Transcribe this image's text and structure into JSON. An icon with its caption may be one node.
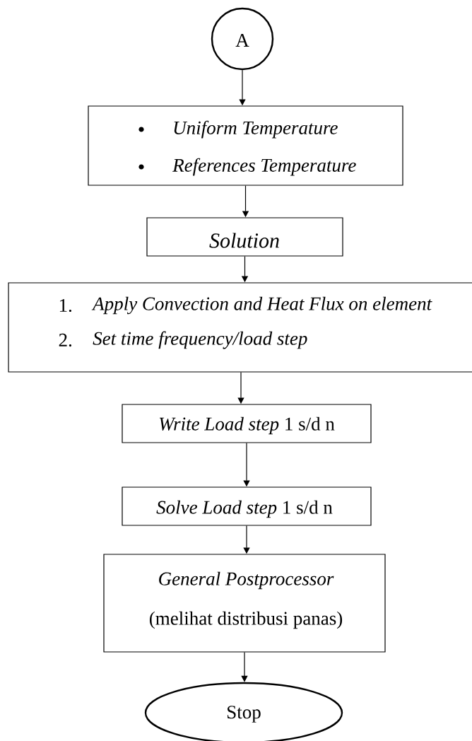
{
  "diagram": {
    "nodes": [
      {
        "text": [
          "A"
        ]
      },
      {
        "text": [
          "Uniform Temperature",
          "References Temperature"
        ]
      },
      {
        "text": [
          "Solution"
        ]
      },
      {
        "text": [
          "1.",
          "Apply Convection and Heat Flux on element",
          "2.",
          "Set time frequency/load  step"
        ]
      },
      {
        "text": [
          "*Write Load step* 1 s/d n"
        ]
      },
      {
        "text": [
          "*Solve Load step* 1 s/d n"
        ]
      },
      {
        "text": [
          "General Postprocessor",
          "(melihat distribusi panas)"
        ]
      },
      {
        "text": [
          "Stop"
        ]
      }
    ],
    "edges": [
      {
        "from": 0,
        "to": 1,
        "arrow": "to"
      },
      {
        "from": 1,
        "to": 2,
        "arrow": "to"
      },
      {
        "from": 2,
        "to": 3,
        "arrow": "to"
      },
      {
        "from": 3,
        "to": 4,
        "arrow": "to"
      },
      {
        "from": 4,
        "to": 5,
        "arrow": "to"
      },
      {
        "from": 5,
        "to": 6,
        "arrow": "to"
      },
      {
        "from": 6,
        "to": 7,
        "arrow": "to"
      }
    ]
  }
}
